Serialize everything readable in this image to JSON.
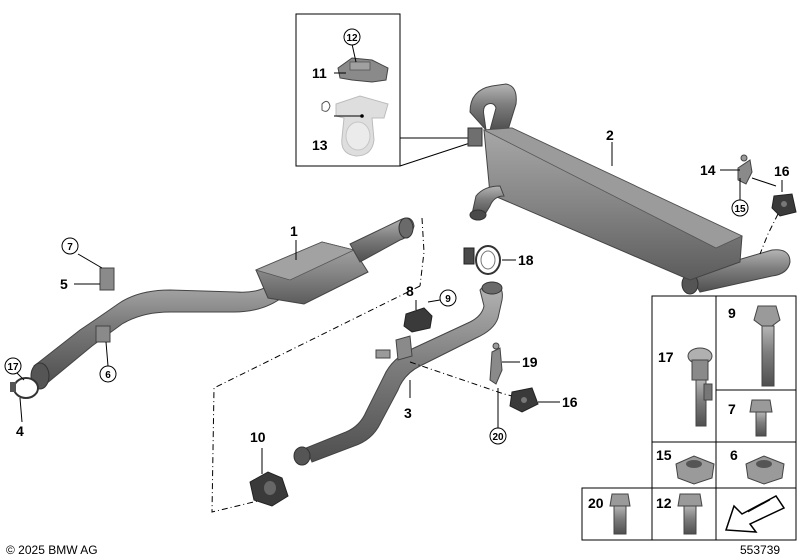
{
  "copyright": "© 2025 BMW AG",
  "diagram_id": "553739",
  "colors": {
    "pipe": "#7d7d7d",
    "pipe_dark": "#555555",
    "muffler": "#8a8a8a",
    "rubber": "#3a3a3a",
    "faded": "#dedede",
    "outline": "#000000"
  },
  "callouts": {
    "c1": "1",
    "c2": "2",
    "c3": "3",
    "c4": "4",
    "c5": "5",
    "c6": "6",
    "c7": "7",
    "c8": "8",
    "c9": "9",
    "c10": "10",
    "c11": "11",
    "c12": "12",
    "c13": "13",
    "c14": "14",
    "c15": "15",
    "c16a": "16",
    "c16b": "16",
    "c17": "17",
    "c18": "18",
    "c19": "19",
    "c20": "20"
  },
  "parts_table": {
    "t9": "9",
    "t17": "17",
    "t7": "7",
    "t15": "15",
    "t6": "6",
    "t20": "20",
    "t12": "12"
  }
}
